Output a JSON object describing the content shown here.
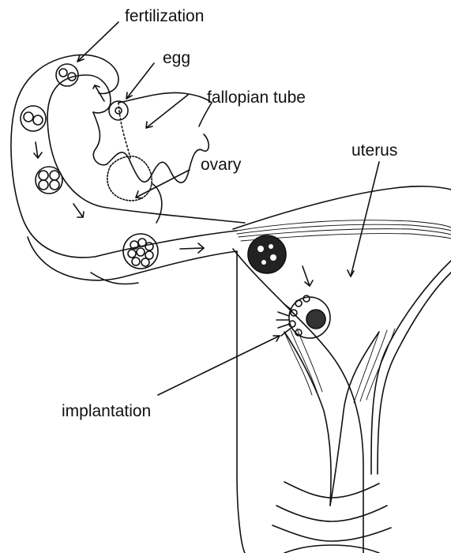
{
  "labels": {
    "fertilization": "fertilization",
    "egg": "egg",
    "fallopian_tube": "fallopian tube",
    "uterus": "uterus",
    "ovary": "ovary",
    "implantation": "implantation"
  },
  "colors": {
    "ink": "#111111",
    "background": "#ffffff"
  }
}
